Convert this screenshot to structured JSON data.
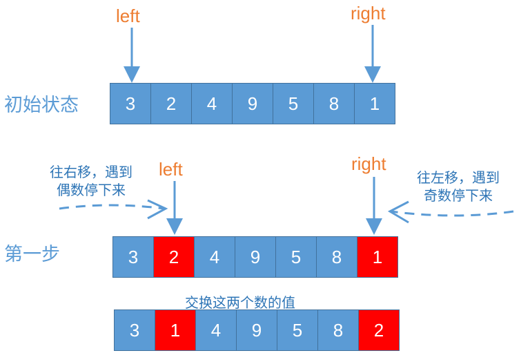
{
  "labels": {
    "initial": "初始状态",
    "step1": "第一步",
    "left": "left",
    "right": "right",
    "note_left_l1": "往右移，遇到",
    "note_left_l2": "偶数停下来",
    "note_right_l1": "往左移，遇到",
    "note_right_l2": "奇数停下来",
    "swap_caption": "交换这两个数的值"
  },
  "arrays": {
    "initial": [
      "3",
      "2",
      "4",
      "9",
      "5",
      "8",
      "1"
    ],
    "step1": [
      "3",
      "2",
      "4",
      "9",
      "5",
      "8",
      "1"
    ],
    "swapped": [
      "3",
      "1",
      "4",
      "9",
      "5",
      "8",
      "2"
    ]
  },
  "highlight": {
    "step1": [
      1,
      6
    ],
    "swapped": [
      1,
      6
    ]
  },
  "colors": {
    "cell": "#5b9bd5",
    "cell_border": "#41719c",
    "highlight": "#ff0000",
    "pointer_text": "#ed7d31",
    "arrow": "#5b9bd5",
    "note_text": "#2e75b6"
  },
  "icons": [
    "down-arrow-icon",
    "dashed-arrow-right-icon",
    "dashed-arrow-left-icon"
  ]
}
